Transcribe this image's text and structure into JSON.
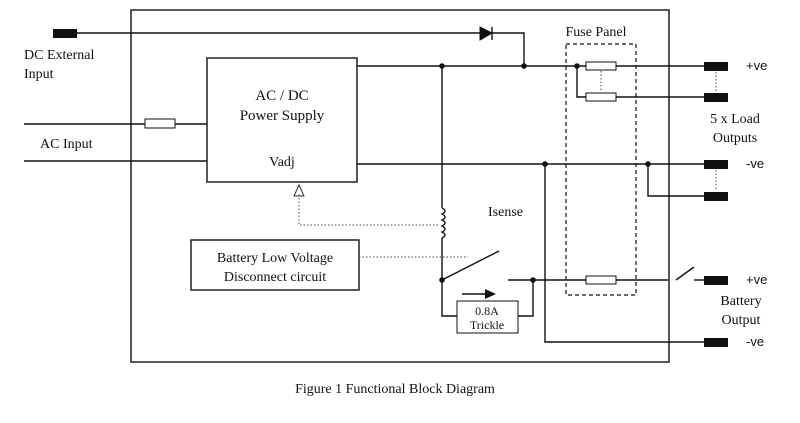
{
  "labels": {
    "dc_external_input": [
      "DC External",
      "Input"
    ],
    "ac_input": "AC Input",
    "power_supply": [
      "AC / DC",
      "Power Supply"
    ],
    "vadj": "Vadj",
    "fuse_panel": "Fuse Panel",
    "isense": "Isense",
    "battery_low": [
      "Battery Low Voltage",
      "Disconnect circuit"
    ],
    "trickle": [
      "0.8A",
      "Trickle"
    ],
    "pos_load": "+ve",
    "neg_load": "-ve",
    "load_outputs": [
      "5 x Load",
      "Outputs"
    ],
    "pos_batt": "+ve",
    "battery_output": [
      "Battery",
      "Output"
    ],
    "neg_batt": "-ve",
    "caption": "Figure 1 Functional Block Diagram"
  },
  "colors": {
    "ink": "#111111",
    "background": "#ffffff"
  }
}
